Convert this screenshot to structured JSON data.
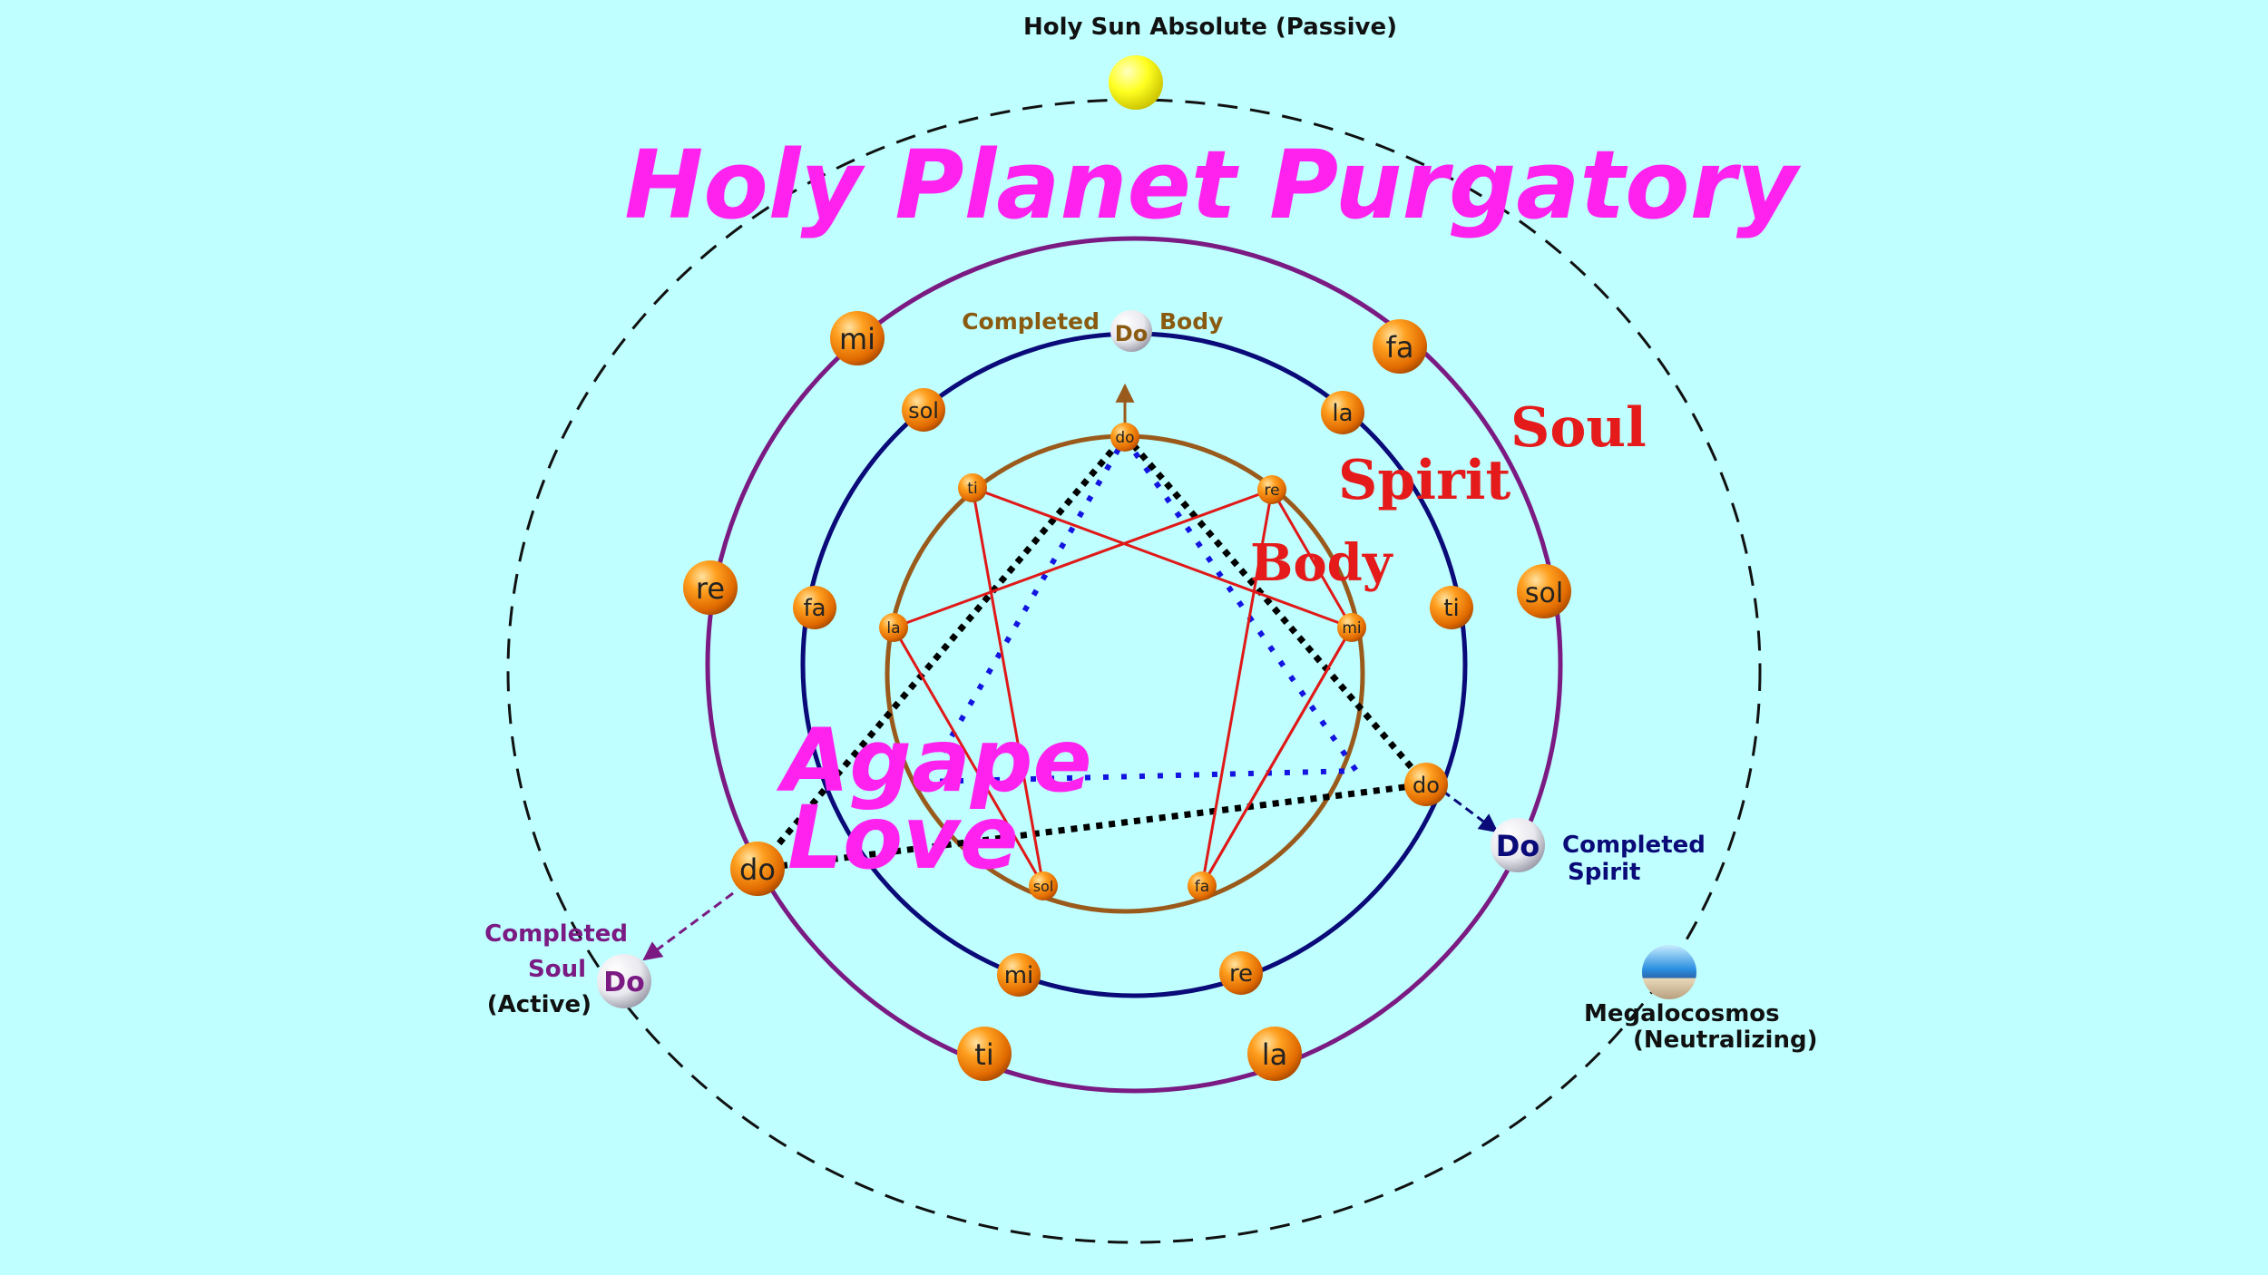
{
  "title": "Holy Planet Purgatory",
  "center_label": [
    "Agape",
    "Love"
  ],
  "sun_label": "Holy Sun Absolute (Passive)",
  "megalocosmos_label": [
    "Megalocosmos",
    "(Neutralizing)"
  ],
  "ring_labels": {
    "soul": "Soul",
    "spirit": "Spirit",
    "body": "Body"
  },
  "completed_body": {
    "left": "Completed",
    "right": "Body",
    "do": "Do"
  },
  "completed_spirit": {
    "line1": "Completed",
    "line2": "Spirit",
    "do": "Do"
  },
  "completed_soul": {
    "line1": "Completed",
    "line2": "Soul",
    "line3": "(Active)",
    "do": "Do"
  },
  "soul_notes": [
    "do",
    "re",
    "mi",
    "fa",
    "sol",
    "la",
    "ti"
  ],
  "spirit_notes": [
    "do",
    "re",
    "mi",
    "fa",
    "sol",
    "la",
    "ti"
  ],
  "body_notes": [
    "do",
    "re",
    "mi",
    "fa",
    "sol",
    "la",
    "ti"
  ],
  "colors": {
    "background": "#bfffff",
    "title": "#ff22ee",
    "ring_labels": "#e51a1a",
    "soul_circle": "#7a1a82",
    "spirit_circle": "#0a0a78",
    "body_circle": "#9a5a1c",
    "enneagram": "#e01818",
    "soul_text": "#7a1a82",
    "spirit_text": "#0a0a78",
    "body_text": "#8a5a10"
  }
}
